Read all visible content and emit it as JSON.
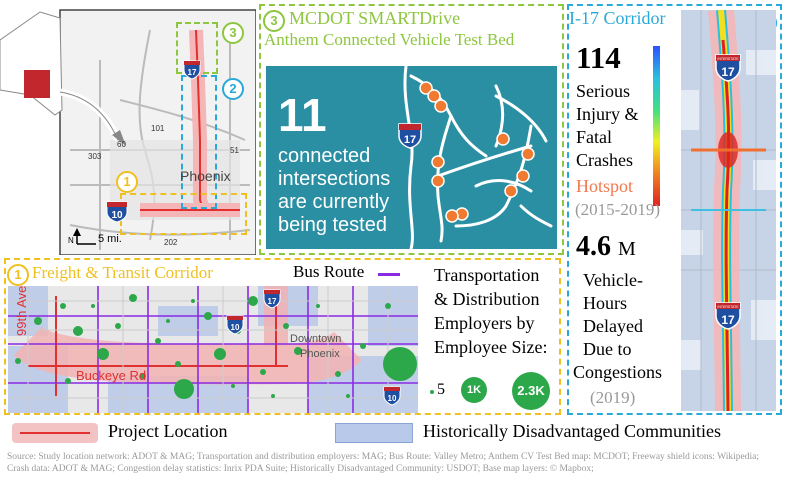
{
  "overview_map": {
    "label_phoenix": "Phoenix",
    "scale_label": "5 mi.",
    "north_label": "N",
    "routes": [
      "303",
      "60",
      "101",
      "51",
      "202"
    ],
    "shield_main": "17",
    "shield_10": "10",
    "markers": {
      "one": "1",
      "two": "2",
      "three": "3"
    }
  },
  "anthem": {
    "marker": "3",
    "title_line1": "MCDOT SMARTDrive",
    "title_line2": "Anthem Connected Vehicle Test Bed",
    "count": "11",
    "caption": "connected intersections are currently being tested",
    "shield": "17"
  },
  "i17": {
    "title": "I-17 Corridor",
    "marker": "2",
    "crash_count": "114",
    "crash_label_lines": [
      "Serious",
      "Injury &",
      "Fatal",
      "Crashes"
    ],
    "hotspot_label": "Hotspot",
    "crash_years": "(2015-2019)",
    "delay_value": "4.6",
    "delay_unit": "M",
    "delay_label_lines": [
      "Vehicle-",
      "Hours",
      "Delayed",
      "Due to",
      "Congestions"
    ],
    "delay_years": "(2019)",
    "shield_top": "17",
    "shield_bottom": "17",
    "shield_top_banner": "INTERSTATE",
    "shield_bottom_banner": "INTERSTATE"
  },
  "freight": {
    "marker": "1",
    "title": "Freight & Transit Corridor",
    "bus_route_label": "Bus Route",
    "employers_title_lines": [
      "Transportation",
      "& Distribution",
      "Employers by",
      "Employee Size:"
    ],
    "size_small": "5",
    "size_medium": "1K",
    "size_large": "2.3K",
    "map_label_ave": "99th Ave",
    "map_label_rd": "Buckeye Rd",
    "map_label_downtown": "Downtown",
    "map_label_phoenix": "Phoenix",
    "shields": [
      "17",
      "10",
      "10"
    ]
  },
  "legend": {
    "project_location": "Project Location",
    "disadvantaged": "Historically Disadvantaged Communities"
  },
  "source_text": "Source: Study location network: ADOT & MAG; Transportation and distribution employers: MAG; Bus Route: Valley Metro; Anthem CV Test Bed map: MCDOT; Freeway shield icons: Wikipedia; Crash data: ADOT & MAG; Congestion delay statistics: Inrix PDA Suite; Historically Disadvantaged Community: USDOT; Base map layers: © Mapbox;",
  "colors": {
    "green": "#8dc63f",
    "yellow": "#f0c020",
    "blue": "#29a9d8",
    "red": "#e03030",
    "teal": "#2a8fa3",
    "orange": "#f07a30",
    "purple": "#8a2be2",
    "employer_green": "#2ca84a"
  }
}
